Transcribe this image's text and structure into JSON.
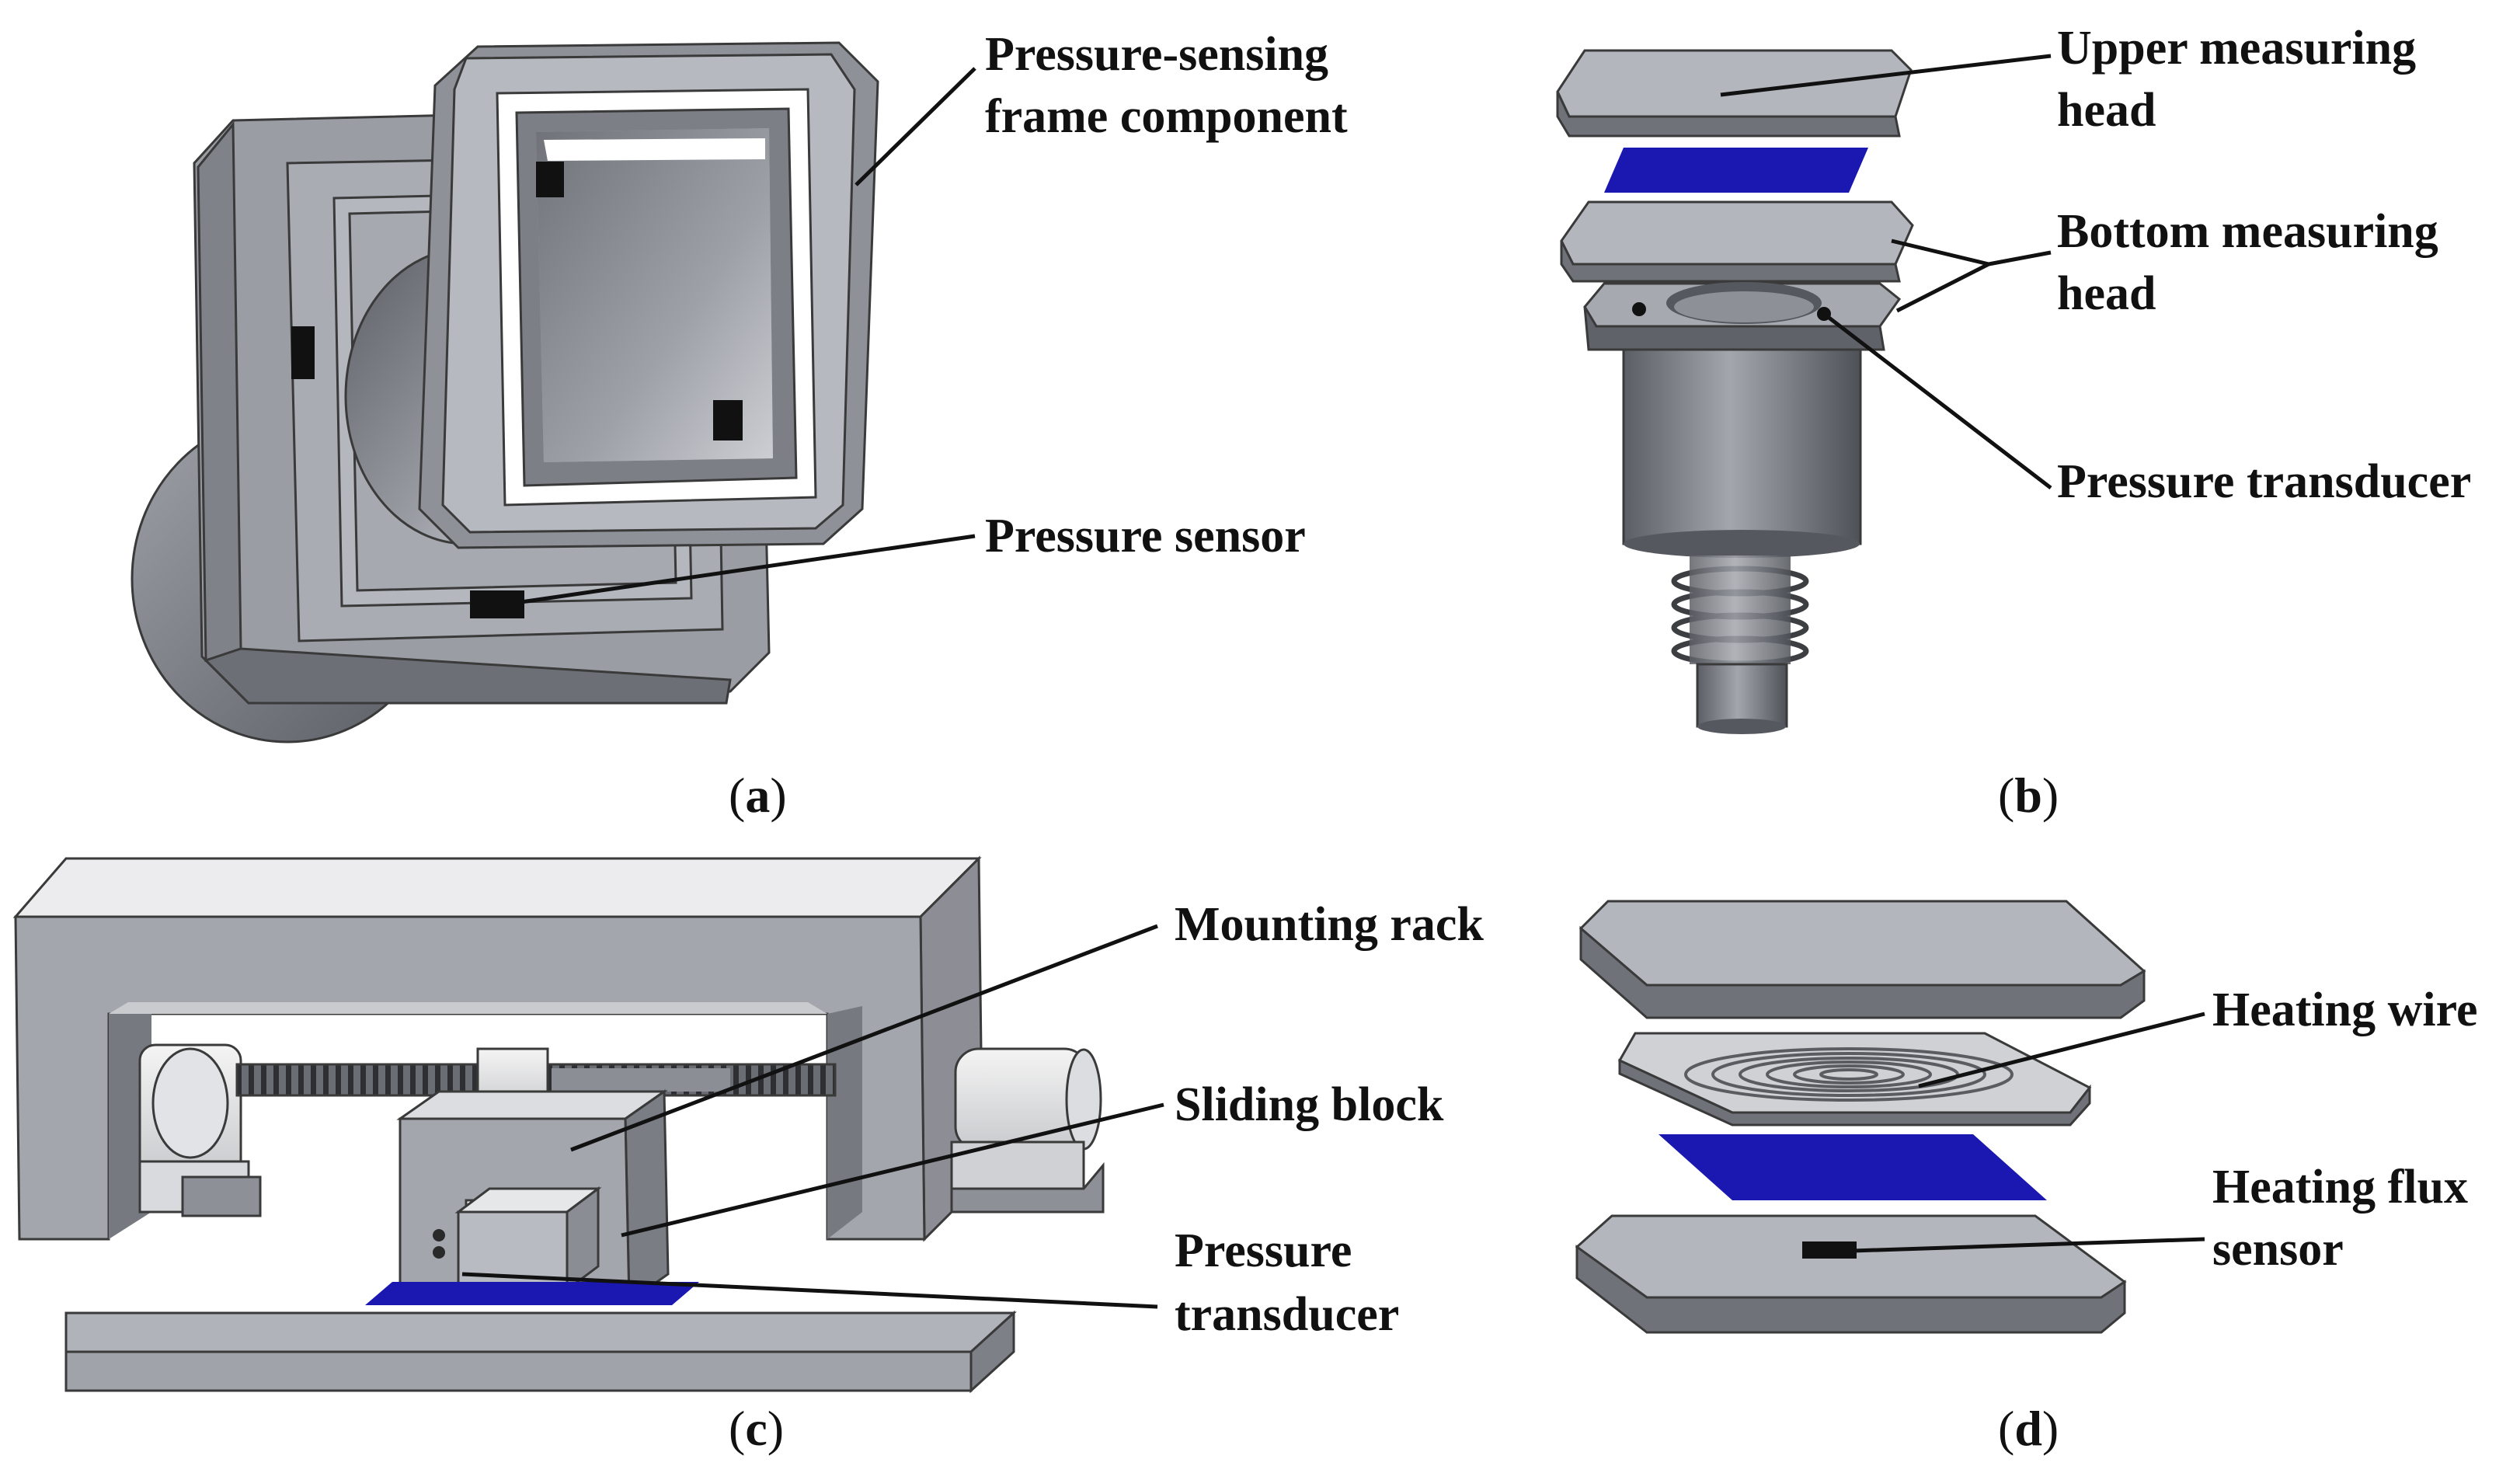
{
  "panels": {
    "a": {
      "caption_open": "(",
      "caption_letter": "a",
      "caption_close": ")",
      "labels": {
        "frame_line1": "Pressure-sensing",
        "frame_line2": "frame component",
        "sensor": "Pressure sensor"
      }
    },
    "b": {
      "caption_open": "(",
      "caption_letter": "b",
      "caption_close": ")",
      "labels": {
        "upper_line1": "Upper measuring",
        "upper_line2": "head",
        "bottom_line1": "Bottom measuring",
        "bottom_line2": "head",
        "transducer": "Pressure transducer"
      }
    },
    "c": {
      "caption_open": "(",
      "caption_letter": "c",
      "caption_close": ")",
      "labels": {
        "rack": "Mounting rack",
        "slider": "Sliding block",
        "trans_line1": "Pressure",
        "trans_line2": "transducer"
      }
    },
    "d": {
      "caption_open": "(",
      "caption_letter": "d",
      "caption_close": ")",
      "labels": {
        "wire": "Heating wire",
        "flux_line1": "Heating flux",
        "flux_line2": "sensor"
      }
    }
  },
  "colors": {
    "metal_top": "#b9bcc3",
    "metal_side": "#7e8188",
    "metal_dark": "#5d6067",
    "film_blue": "#1a18b0",
    "sensor_black": "#111111"
  }
}
